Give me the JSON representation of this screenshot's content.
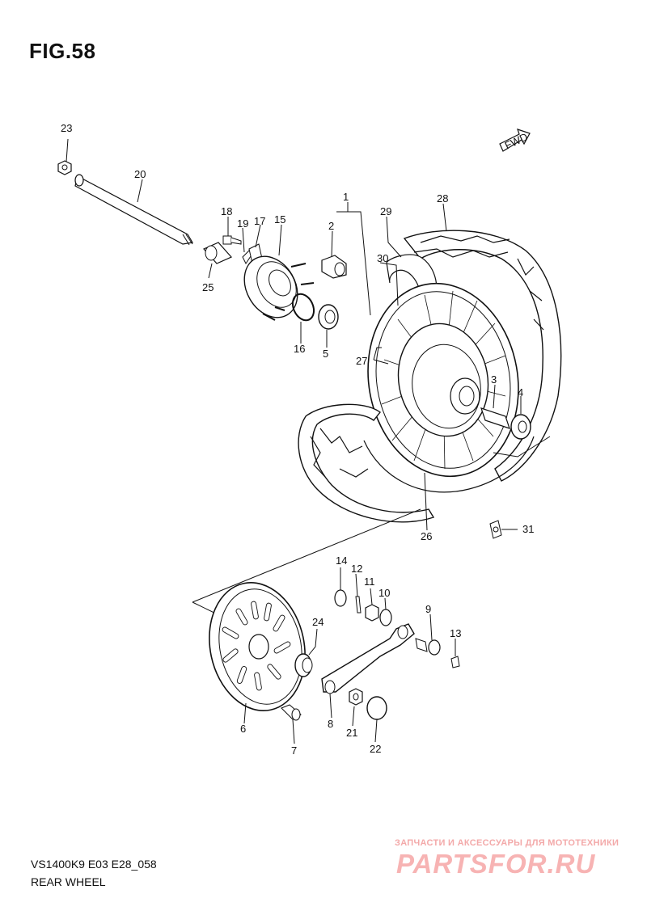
{
  "figure": {
    "title": "FIG.58",
    "model_code": "VS1400K9 E03 E28_058",
    "subtitle": "REAR WHEEL",
    "fwd_label": "FWD"
  },
  "watermark": {
    "tagline": "ЗАПЧАСТИ И АКСЕССУАРЫ ДЛЯ МОТОТЕХНИКИ",
    "brand": "PARTSFOR.RU",
    "color": "#f3a9a9"
  },
  "callouts": {
    "c1": "1",
    "c2": "2",
    "c3": "3",
    "c4": "4",
    "c5": "5",
    "c6": "6",
    "c7": "7",
    "c8": "8",
    "c9": "9",
    "c10": "10",
    "c11": "11",
    "c12": "12",
    "c13": "13",
    "c14": "14",
    "c15": "15",
    "c16": "16",
    "c17": "17",
    "c18": "18",
    "c19": "19",
    "c20": "20",
    "c21": "21",
    "c22": "22",
    "c23": "23",
    "c24": "24",
    "c25": "25",
    "c26": "26",
    "c27": "27",
    "c28": "28",
    "c29": "29",
    "c30": "30",
    "c31": "31"
  }
}
